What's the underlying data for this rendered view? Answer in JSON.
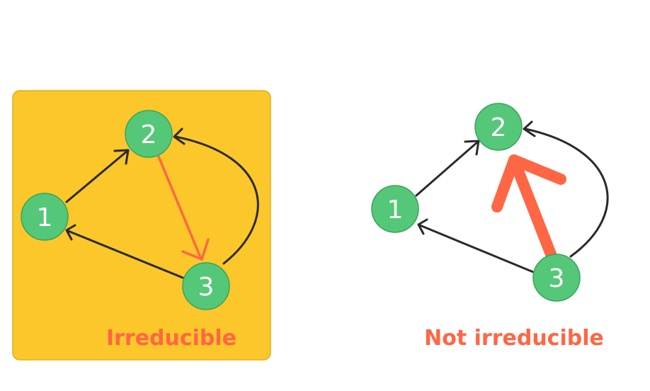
{
  "colors": {
    "panel_fill": "#fcc72a",
    "panel_stroke": "#e2ad1c",
    "node_fill": "#54c878",
    "node_text": "#ffffff",
    "edge_default": "#2a2a2a",
    "edge_highlight": "#ff6644",
    "caption": "#ff6644"
  },
  "left_graph": {
    "caption": "Irreducible",
    "nodes": [
      {
        "id": "1",
        "label": "1"
      },
      {
        "id": "2",
        "label": "2"
      },
      {
        "id": "3",
        "label": "3"
      }
    ],
    "edges": [
      {
        "from": "1",
        "to": "2",
        "highlighted": false
      },
      {
        "from": "2",
        "to": "3",
        "highlighted": true
      },
      {
        "from": "3",
        "to": "2",
        "highlighted": false
      },
      {
        "from": "3",
        "to": "1",
        "highlighted": false
      }
    ]
  },
  "right_graph": {
    "caption": "Not irreducible",
    "nodes": [
      {
        "id": "1",
        "label": "1"
      },
      {
        "id": "2",
        "label": "2"
      },
      {
        "id": "3",
        "label": "3"
      }
    ],
    "edges": [
      {
        "from": "1",
        "to": "2",
        "highlighted": false
      },
      {
        "from": "3",
        "to": "2",
        "highlighted": false
      },
      {
        "from": "3",
        "to": "1",
        "highlighted": false
      }
    ],
    "missing_edge": {
      "from": "3",
      "to": "2",
      "highlighted": true
    }
  }
}
